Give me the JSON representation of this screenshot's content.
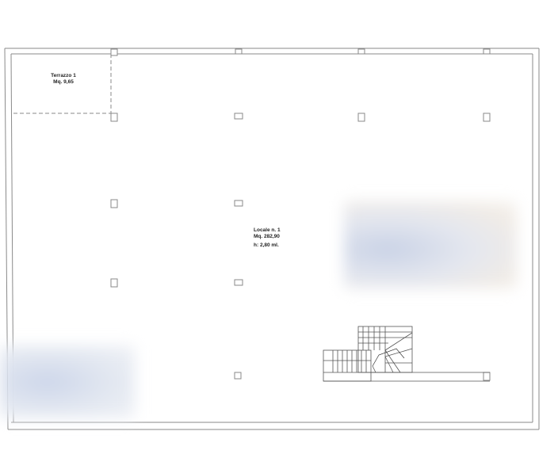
{
  "plan": {
    "terrace": {
      "name": "Terrazzo 1",
      "area": "Mq. 9,65"
    },
    "room": {
      "name": "Locale n. 1",
      "area": "Mq. 282,90",
      "height": "h: 2,80 ml."
    }
  },
  "colors": {
    "line": "#8a8a8a",
    "dark_line": "#555555",
    "text": "#222222"
  }
}
